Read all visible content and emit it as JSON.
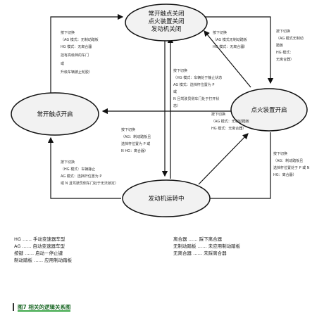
{
  "nodes": {
    "top": [
      "常开触点关闭",
      "点火装置关闭",
      "发动机关闭"
    ],
    "left": [
      "常开触点开启"
    ],
    "right": [
      "点火装置开启"
    ],
    "bottom": [
      "发动机运转中"
    ]
  },
  "labels": {
    "top_left": [
      "按下切换",
      "（AG 模式：无制动踏板",
      "HG 模式：无离合器",
      "挂有高级档的车门",
      "或",
      "升级车辆被止轮胶）"
    ],
    "top_right_a": [
      "按下切换",
      "（AG 模式无制动踏板",
      "HG 模式：无离合器）"
    ],
    "top_right_b": [
      "按下切换",
      "（AG 模式无制动",
      "踏板",
      "HG 模式：",
      "无离合器）"
    ],
    "center_upper": [
      "按下切换",
      "（HG 模式：车辆处于静止状态",
      "AG 模式：选挡杆位置为 P",
      "或",
      "N 且驾驶员侧车门处于打开状",
      "态）"
    ],
    "mid_arrow": [
      "按下切换",
      "（AG 模式：无制动踏板",
      "HG 模式：无离合器）"
    ],
    "center_lower": [
      "按下切换",
      "（AG：制动踏板且",
      "选挡杆位置为 P 或",
      "N HG：离合器）"
    ],
    "bottom_left": [
      "按下切换",
      "（HG 模式：车辆静止",
      "AG 模式：选挡杆位置为 P",
      "或 N 且驾驶员侧车门处于无法锁定）"
    ],
    "bottom_right": [
      "按下切换",
      "（AG：制动踏板且",
      "选挡杆位置处于 P 或 N",
      "HG：离合器）"
    ]
  },
  "legend_left": [
    "HG …… 手动变速器车型",
    "AG …… 自动变速器车型",
    "按键 …… 启动－停止键",
    "制动踏板 …… 应用制动踏板"
  ],
  "legend_right": [
    "离合器 …… 踩下离合器",
    "无制动踏板 …… 未应用制动踏板",
    "无离合器 …… 未踩离合器"
  ],
  "caption": "图7  相关的逻辑关系图"
}
